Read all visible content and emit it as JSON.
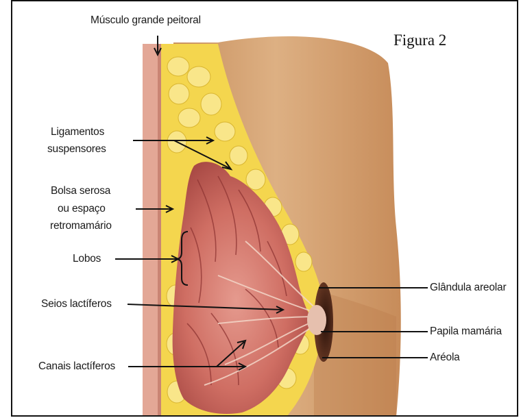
{
  "figure": {
    "title": "Figura 2",
    "labels": {
      "musculo": "Músculo grande peitoral",
      "ligamentos_1": "Ligamentos",
      "ligamentos_2": "suspensores",
      "bolsa_1": "Bolsa serosa",
      "bolsa_2": "ou espaço",
      "bolsa_3": "retromamário",
      "lobos": "Lobos",
      "seios": "Seios lactíferos",
      "canais": "Canais lactíferos",
      "glandula": "Glândula areolar",
      "papila": "Papila mamária",
      "areola": "Aréola"
    }
  },
  "colors": {
    "skin": "#d9a679",
    "muscle": "#e3a796",
    "fat": "#f4d64e",
    "gland": "#c8605a",
    "frame": "#111111"
  }
}
